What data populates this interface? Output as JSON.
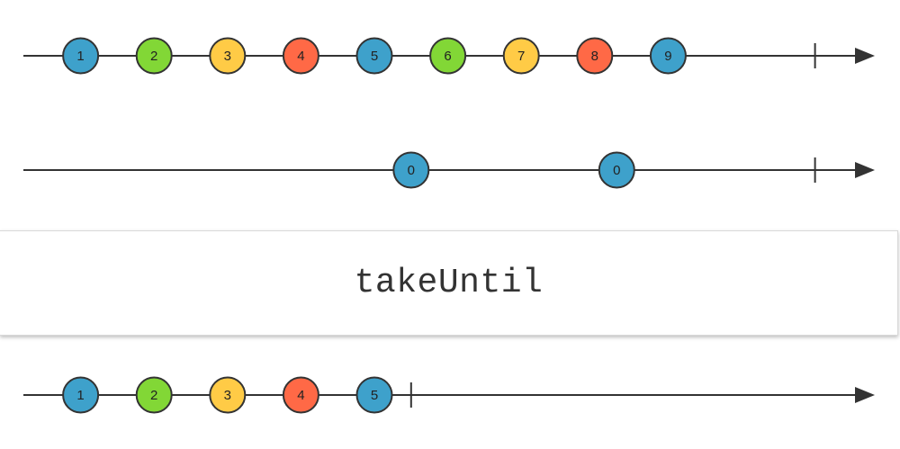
{
  "operator": {
    "label": "takeUntil"
  },
  "colors": {
    "blue": "#3ea1cb",
    "green": "#82d736",
    "yellow": "#ffcb46",
    "red": "#ff6946",
    "line": "#333333"
  },
  "timelines": [
    {
      "id": "source",
      "completion_at": 11,
      "marbles": [
        {
          "t": 1,
          "label": "1",
          "color": "blue"
        },
        {
          "t": 2,
          "label": "2",
          "color": "green"
        },
        {
          "t": 3,
          "label": "3",
          "color": "yellow"
        },
        {
          "t": 4,
          "label": "4",
          "color": "red"
        },
        {
          "t": 5,
          "label": "5",
          "color": "blue"
        },
        {
          "t": 6,
          "label": "6",
          "color": "green"
        },
        {
          "t": 7,
          "label": "7",
          "color": "yellow"
        },
        {
          "t": 8,
          "label": "8",
          "color": "red"
        },
        {
          "t": 9,
          "label": "9",
          "color": "blue"
        }
      ]
    },
    {
      "id": "notifier",
      "completion_at": 11,
      "marbles": [
        {
          "t": 5.5,
          "label": "0",
          "color": "blue"
        },
        {
          "t": 8.3,
          "label": "0",
          "color": "blue"
        }
      ]
    },
    {
      "id": "result",
      "completion_at": 5.5,
      "marbles": [
        {
          "t": 1,
          "label": "1",
          "color": "blue"
        },
        {
          "t": 2,
          "label": "2",
          "color": "green"
        },
        {
          "t": 3,
          "label": "3",
          "color": "yellow"
        },
        {
          "t": 4,
          "label": "4",
          "color": "red"
        },
        {
          "t": 5,
          "label": "5",
          "color": "blue"
        }
      ]
    }
  ]
}
